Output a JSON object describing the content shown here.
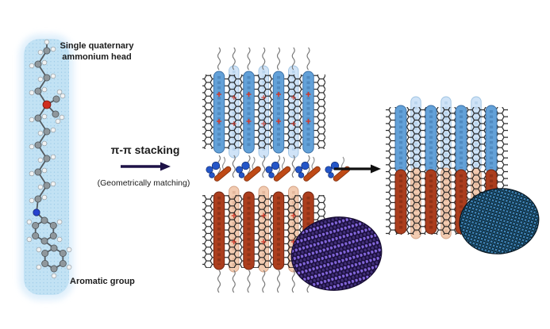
{
  "figure": {
    "left_molecule": {
      "label_top_line1": "Single quaternary",
      "label_top_line2": "ammonium head",
      "label_bottom": "Aromatic group"
    },
    "transition": {
      "label": "π-π stacking",
      "sublabel": "(Geometrically matching)"
    },
    "colors": {
      "strip_blue": "#c2e2f4",
      "strip_glow": "#ddeefb",
      "nanotube_blue": "#63a1d8",
      "nanotube_blue_light": "#cfe3f7",
      "nanotube_red": "#ab3e1e",
      "nanotube_pink": "#f2cbb1",
      "plus_marks": "#d43425",
      "lattice_black": "#161616",
      "stacking_label_red": "#e8372b",
      "matching_label_black": "#1b1b1b",
      "arrow_navy": "#1e1247",
      "arrow_black": "#101010",
      "inset_purple_dot": "#8266da",
      "inset_purple_dark": "#1b0f3e",
      "inset_blue_dot": "#3f85b8",
      "inset_blue_dark": "#0c2232",
      "molecule_aromatic_blue": "#2456c8",
      "molecule_tail_orange": "#bf4a16",
      "nitrogen_red": "#cf2d1f",
      "nitrogen_blue": "#2743cf",
      "carbon_gray": "#8f979c",
      "hydrogen_white": "#f1f3f4"
    }
  }
}
